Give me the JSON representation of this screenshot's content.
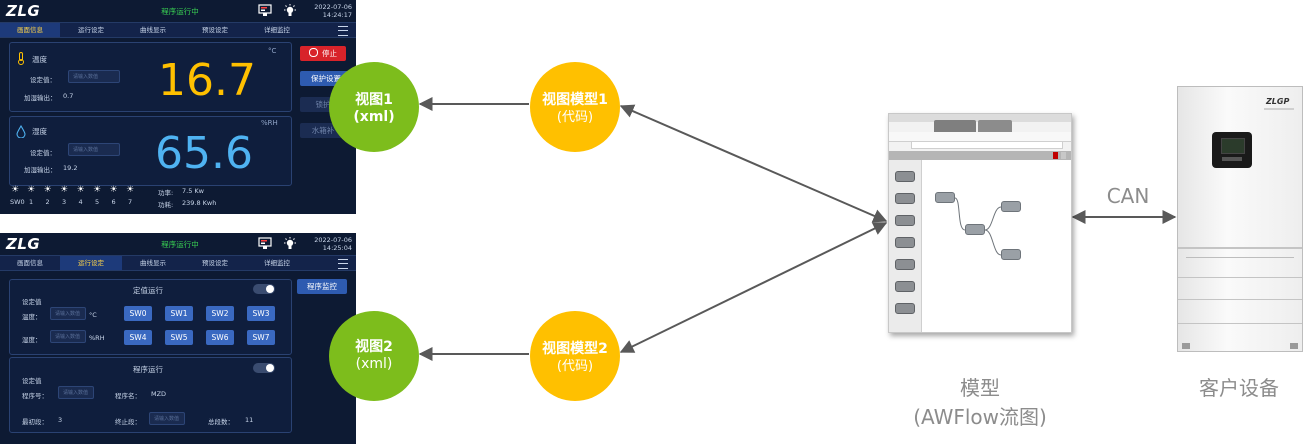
{
  "panel1": {
    "logo": "ZLG",
    "status": "程序运行中",
    "date": "2022-07-06",
    "time": "14:24:17",
    "tabs": [
      "画面信息",
      "运行设定",
      "曲线显示",
      "预设设定",
      "详细监控"
    ],
    "active_tab": 0,
    "temperature": {
      "title": "温度",
      "unit": "°C",
      "set_label": "设定值：",
      "placeholder": "请输入数值",
      "output_label": "加湿输出：",
      "output_value": "0.7",
      "value": "16.7",
      "value_color": "#ffc000"
    },
    "humidity": {
      "title": "湿度",
      "unit": "%RH",
      "set_label": "设定值：",
      "placeholder": "请输入数值",
      "output_label": "加湿输出：",
      "output_value": "19.2",
      "value": "65.6",
      "value_color": "#4fb3f2"
    },
    "buttons": {
      "stop": "停止",
      "protect": "保护设置",
      "dim1": "锁护",
      "dim2": "水箱补"
    },
    "switch_labels": [
      "SW0",
      "1",
      "2",
      "3",
      "4",
      "5",
      "6",
      "7"
    ],
    "power_label": "功率:",
    "power_value": "7.5 Kw",
    "energy_label": "功耗:",
    "energy_value": "239.8 Kwh"
  },
  "panel2": {
    "logo": "ZLG",
    "status": "程序运行中",
    "date": "2022-07-06",
    "time": "14:25:04",
    "tabs": [
      "画面信息",
      "运行设定",
      "曲线显示",
      "预设设定",
      "详细监控"
    ],
    "active_tab": 1,
    "program_monitor": "程序监控",
    "fixed": {
      "title": "定值运行",
      "set_label": "设定值",
      "temp_label": "温度：",
      "temp_unit": "°C",
      "hum_label": "湿度：",
      "hum_unit": "%RH",
      "placeholder": "请输入数值"
    },
    "sw_buttons": [
      "SW0",
      "SW1",
      "SW2",
      "SW3",
      "SW4",
      "SW5",
      "SW6",
      "SW7"
    ],
    "program": {
      "title": "程序运行",
      "set_label": "设定值",
      "no_label": "程序号：",
      "placeholder": "请输入数值",
      "name_label": "程序名：",
      "name_value": "MZD",
      "first_label": "最初段：",
      "first_value": "3",
      "end_label": "终止段：",
      "total_label": "总段数：",
      "total_value": "11"
    }
  },
  "diagram": {
    "view1": {
      "line1": "视图1",
      "line2": "(xml)"
    },
    "view2": {
      "line1": "视图2",
      "line2": "(xml)"
    },
    "vm1": {
      "line1": "视图模型1",
      "line2": "(代码)"
    },
    "vm2": {
      "line1": "视图模型2",
      "line2": "(代码)"
    },
    "model_caption_1": "模型",
    "model_caption_2": "(AWFlow流图)",
    "device_caption": "客户设备",
    "link_label": "CAN",
    "device_brand": "ZLGP",
    "colors": {
      "view": "#7dbd1c",
      "viewmodel": "#ffc000",
      "arrow": "#595959",
      "caption": "#8c8c8c"
    }
  }
}
